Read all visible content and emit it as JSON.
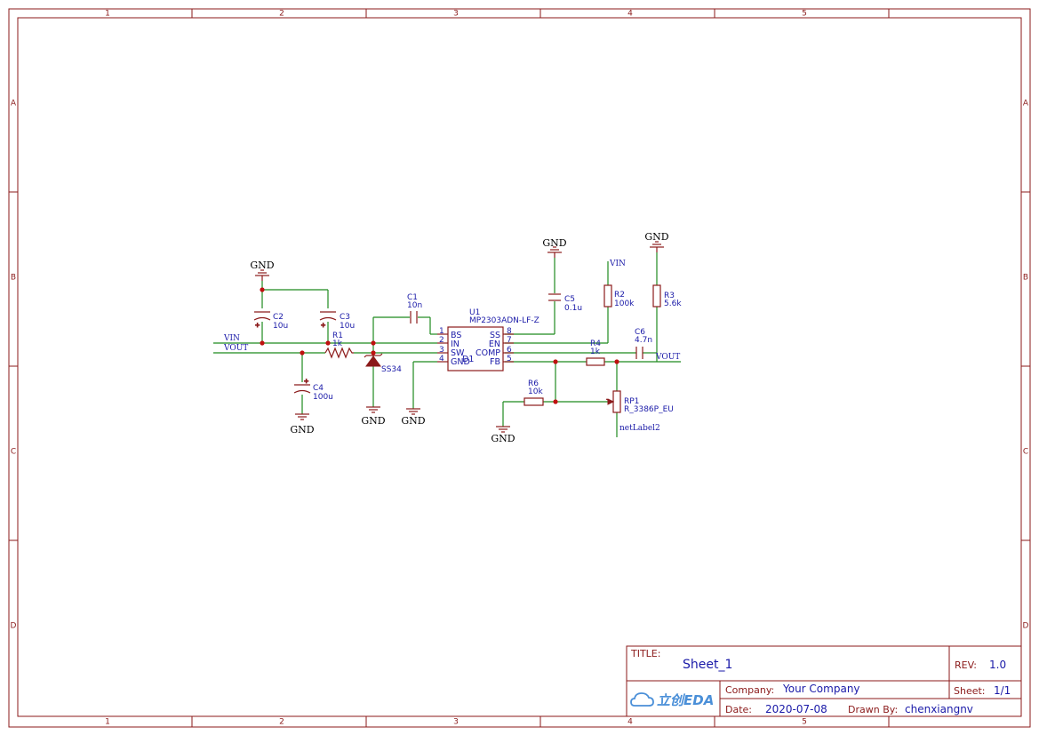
{
  "frame": {
    "columns": [
      "1",
      "2",
      "3",
      "4",
      "5"
    ],
    "rows": [
      "A",
      "B",
      "C",
      "D"
    ]
  },
  "components": {
    "U1": {
      "ref": "U1",
      "value": "MP2303ADN-LF-Z",
      "overlay_label": "D1",
      "left_pins": [
        {
          "num": "1",
          "name": "BS"
        },
        {
          "num": "2",
          "name": "IN"
        },
        {
          "num": "3",
          "name": "SW"
        },
        {
          "num": "4",
          "name": "GND"
        }
      ],
      "right_pins": [
        {
          "num": "8",
          "name": "SS"
        },
        {
          "num": "7",
          "name": "EN"
        },
        {
          "num": "6",
          "name": "COMP"
        },
        {
          "num": "5",
          "name": "FB"
        }
      ]
    },
    "C1": {
      "ref": "C1",
      "value": "10n"
    },
    "C2": {
      "ref": "C2",
      "value": "10u"
    },
    "C3": {
      "ref": "C3",
      "value": "10u"
    },
    "C4": {
      "ref": "C4",
      "value": "100u"
    },
    "C5": {
      "ref": "C5",
      "value": "0.1u"
    },
    "C6": {
      "ref": "C6",
      "value": "4.7n"
    },
    "R1": {
      "ref": "R1",
      "value": "1k"
    },
    "R2": {
      "ref": "R2",
      "value": "100k"
    },
    "R3": {
      "ref": "R3",
      "value": "5.6k"
    },
    "R4": {
      "ref": "R4",
      "value": "1k"
    },
    "R6": {
      "ref": "R6",
      "value": "10k"
    },
    "RP1": {
      "ref": "RP1",
      "value": "R_3386P_EU"
    },
    "D_SS34": {
      "value": "SS34"
    }
  },
  "nets": {
    "gnd": "GND",
    "vin": "VIN",
    "vout": "VOUT",
    "netlabel2": "netLabel2"
  },
  "title_block": {
    "title_label": "TITLE:",
    "title_value": "Sheet_1",
    "rev_label": "REV:",
    "rev_value": "1.0",
    "logo_text": "立创EDA",
    "company_label": "Company:",
    "company_value": "Your Company",
    "sheet_label": "Sheet:",
    "sheet_value": "1/1",
    "date_label": "Date:",
    "date_value": "2020-07-08",
    "drawn_label": "Drawn By:",
    "drawn_value": "chenxiangnv"
  },
  "colors": {
    "frame": "#8b1a1a",
    "wire": "#1f8a1f",
    "label": "#1a1aa8",
    "junction": "#c01010"
  }
}
